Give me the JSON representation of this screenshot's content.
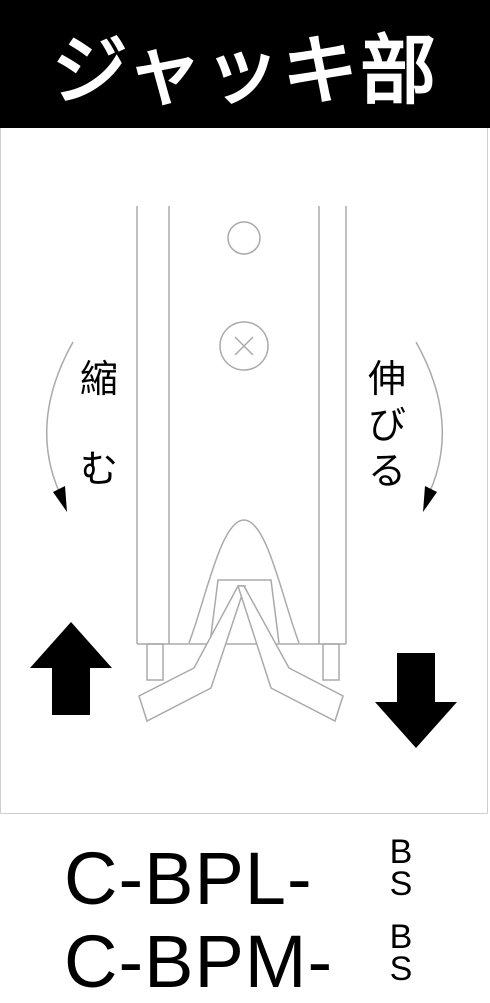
{
  "header": {
    "title": "ジャッキ部"
  },
  "labels": {
    "shrink": [
      "縮",
      "む"
    ],
    "extend": [
      "伸",
      "び",
      "る"
    ]
  },
  "models": [
    {
      "prefix": "C-BPL-",
      "suffix": [
        "B",
        "S"
      ]
    },
    {
      "prefix": "C-BPM-",
      "suffix": [
        "B",
        "S"
      ]
    }
  ],
  "colors": {
    "line": "#aaaaaa",
    "fill": "#000000"
  },
  "icons": [
    "arrow-up-icon",
    "arrow-down-icon",
    "curved-arrow-icon"
  ]
}
